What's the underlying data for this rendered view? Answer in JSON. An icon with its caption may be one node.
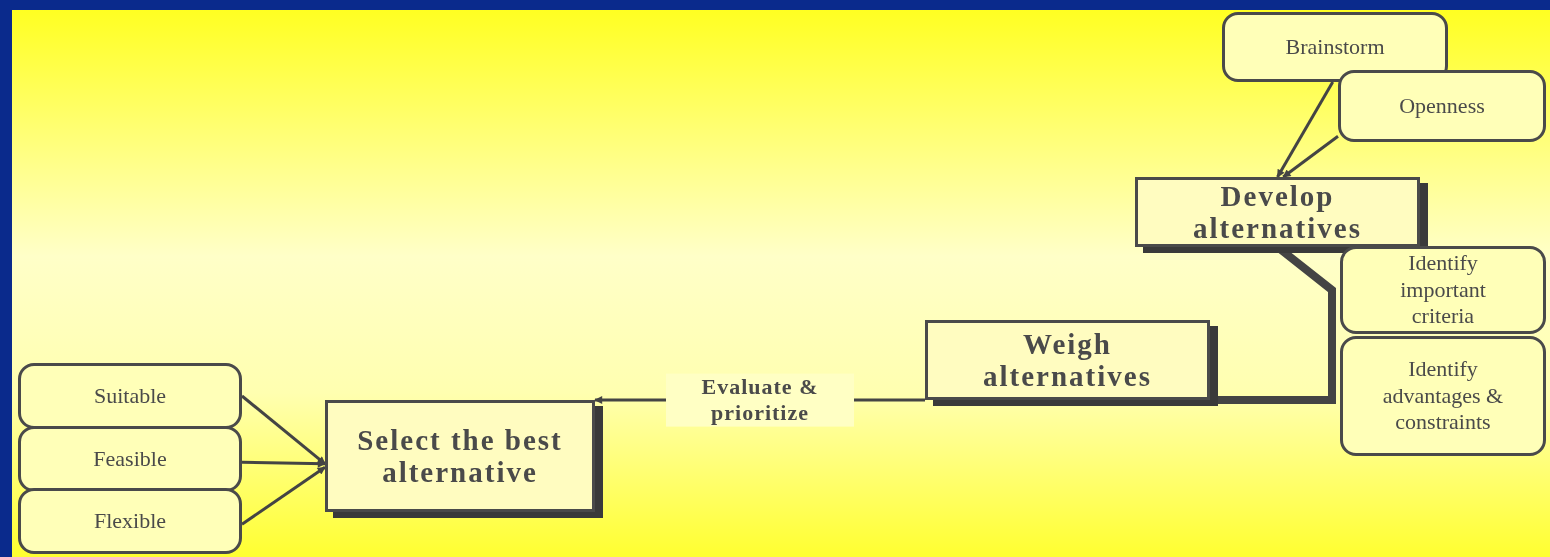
{
  "diagram": {
    "nodes": [
      {
        "text": [
          "Brainstorm"
        ]
      },
      {
        "text": [
          "Openness"
        ]
      },
      {
        "text": [
          "Develop alternatives"
        ]
      },
      {
        "text": [
          "Identify important criteria"
        ]
      },
      {
        "text": [
          "Identify advantages & constraints"
        ]
      },
      {
        "text": [
          "Weigh alternatives"
        ]
      },
      {
        "text": [
          "Select the best alternative"
        ]
      },
      {
        "text": [
          "Suitable"
        ]
      },
      {
        "text": [
          "Feasible"
        ]
      },
      {
        "text": [
          "Flexible"
        ]
      }
    ],
    "edges": [
      {
        "from": 0,
        "to": 2,
        "arrow": "to"
      },
      {
        "from": 1,
        "to": 2,
        "arrow": "to"
      },
      {
        "from": 2,
        "to": 5,
        "arrow": "to",
        "style": "thick"
      },
      {
        "from": 5,
        "to": 6,
        "arrow": "to",
        "label": "Evaluate & prioritize"
      },
      {
        "from": 7,
        "to": 6,
        "arrow": "to"
      },
      {
        "from": 8,
        "to": 6,
        "arrow": "to"
      },
      {
        "from": 9,
        "to": 6,
        "arrow": "to"
      }
    ]
  }
}
